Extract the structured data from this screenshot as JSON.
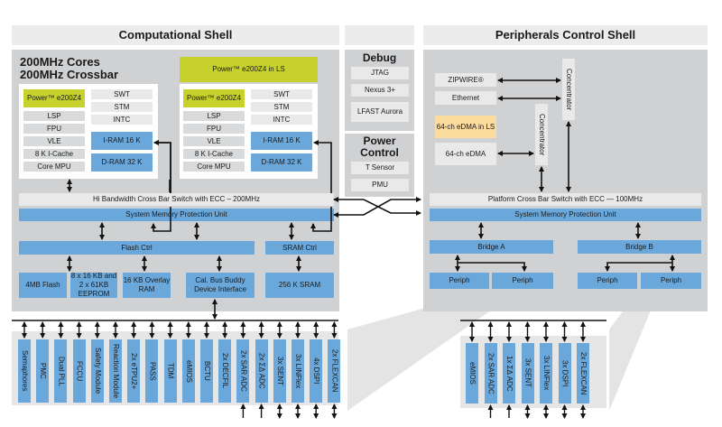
{
  "computational_shell": {
    "title": "Computational Shell",
    "cores_title_1": "200MHz Cores",
    "cores_title_2": "200MHz Crossbar",
    "lockstep_core": "Power™ e200Z4 in LS",
    "core1": {
      "core": "Power™ e200Z4",
      "left": [
        "LSP",
        "FPU",
        "VLE",
        "8 K I-Cache",
        "Core MPU"
      ],
      "right": [
        "SWT",
        "STM",
        "INTC"
      ],
      "iram": "I-RAM 16 K",
      "dram": "D-RAM 32 K"
    },
    "core2": {
      "core": "Power™ e200Z4",
      "left": [
        "LSP",
        "FPU",
        "VLE",
        "8 K I-Cache",
        "Core MPU"
      ],
      "right": [
        "SWT",
        "STM",
        "INTC"
      ],
      "iram": "I-RAM 16 K",
      "dram": "D-RAM 32 K"
    },
    "crossbar": "Hi Bandwidth Cross Bar Switch with ECC – 200MHz",
    "smpu": "System Memory Protection Unit",
    "flash_ctrl": "Flash Ctrl",
    "sram_ctrl": "SRAM Ctrl",
    "memories": [
      "4MB Flash",
      "8 x 16 KB and 2 x 61KB EEPROM",
      "16 KB Overlay RAM",
      "Cal. Bus Buddy Device Interface",
      "256 K SRAM"
    ]
  },
  "debug": {
    "title": "Debug",
    "items": [
      "JTAG",
      "Nexus 3+",
      "LFAST Aurora"
    ]
  },
  "power_control": {
    "title": "Power Control",
    "items": [
      "T Sensor",
      "PMU"
    ]
  },
  "peripherals_shell": {
    "title": "Peripherals Control Shell",
    "zipwire": "ZIPWIRE®",
    "ethernet": "Ethernet",
    "edma_ls": "64-ch eDMA in LS",
    "edma": "64-ch eDMA",
    "concentrator": "Concentrator",
    "crossbar": "Platform Cross Bar Switch with ECC — 100MHz",
    "smpu": "System Memory Protection Unit",
    "bridge_a": "Bridge A",
    "bridge_b": "Bridge B",
    "periph": "Periph"
  },
  "bridge_a_peripherals": [
    "Semaphores",
    "PMC",
    "Dual PLL",
    "FCCU",
    "Safety Module",
    "Reaction Module",
    "2x eTPU2+",
    "PASS",
    "TDM",
    "eMIOS",
    "BCTU",
    "2x DECFIL",
    "2x SAR ADC",
    "2x ΣΔ ADC",
    "3x SENT",
    "3x LINFlex",
    "4x DSPI",
    "2x FLEXCAN"
  ],
  "bridge_b_peripherals": [
    "eMIOS",
    "2x SAR ADC",
    "1x ΣΔ ADC",
    "3x SENT",
    "3x LINFlex",
    "3x DSPI",
    "2x FLEXCAN"
  ],
  "colors": {
    "shell_gray": "#d0d1d3",
    "header_gray": "#ececec",
    "blue": "#6aa8dc",
    "yellow_green": "#c6d12b",
    "orange": "#fbdb9e"
  }
}
